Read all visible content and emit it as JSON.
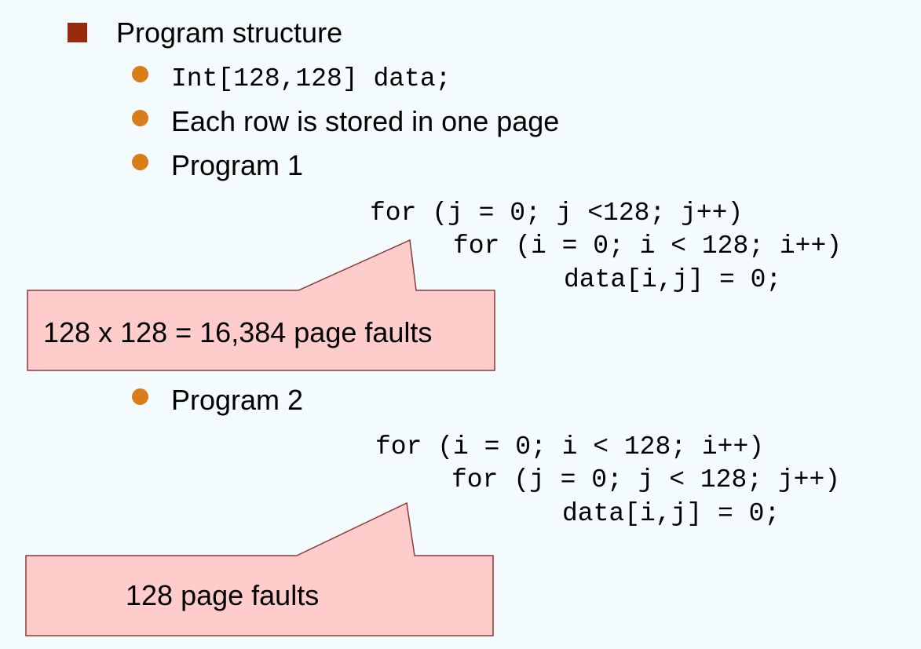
{
  "heading": "Program structure",
  "bullets": {
    "declaration": "Int[128,128] data;",
    "row_storage": "Each row is stored in one page",
    "program1": "Program 1",
    "program2": "Program 2"
  },
  "program1_code": {
    "line1": "for (j = 0; j <128; j++)",
    "line2": "for (i = 0; i < 128; i++)",
    "line3": "data[i,j] = 0;"
  },
  "program2_code": {
    "line1": "for (i = 0; i < 128; i++)",
    "line2": "for (j = 0; j < 128; j++)",
    "line3": "data[i,j] = 0;"
  },
  "callout1": {
    "text": "128 x 128 = 16,384 page faults"
  },
  "callout2": {
    "text": "128 page faults"
  },
  "colors": {
    "background": "#f3fbfd",
    "square_bullet": "#9b2a0c",
    "round_bullet": "#d97c1a",
    "callout_fill": "#ffcccc",
    "callout_stroke": "#8b3a3a"
  }
}
